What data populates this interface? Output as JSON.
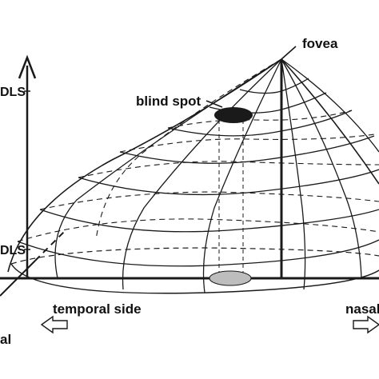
{
  "labels": {
    "fovea": "fovea",
    "blind_spot": "blind spot",
    "upper_axis": "DLS",
    "lower_axis": "DLS",
    "temporal_side": "temporal side",
    "nasal_side": "nasal",
    "bottom_left": "al"
  },
  "colors": {
    "line": "#1a1a1a",
    "blind_spot_top": "#1a1a1a",
    "blind_spot_base": "#bdbdbd",
    "background": "#ffffff"
  }
}
